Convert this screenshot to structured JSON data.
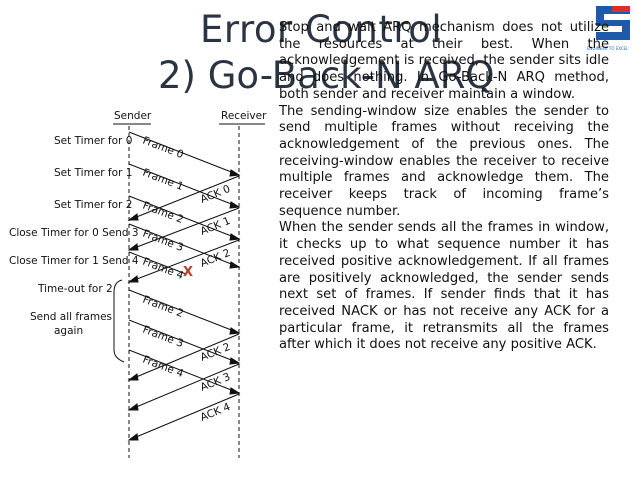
{
  "title": {
    "line1": "Error Control",
    "line2": "2) Go-Back-N ARQ"
  },
  "logo": {
    "tagline": "ENGINEER TO EXCEL"
  },
  "body": {
    "p1": "Stop and wait ARQ mechanism does not utilize the resources at their best. When the acknowledgement is received, the sender sits idle and does nothing. In Go-Back-N ARQ method, both sender and receiver maintain a window.",
    "p2": "The sending-window size enables the sender to send multiple frames without receiving the acknowledgement of the previous ones. The receiving-window enables the receiver to receive multiple frames and acknowledge them. The receiver keeps track of incoming frame’s sequence number.",
    "p3": "When the sender sends all the frames in window, it checks up to what sequence number it has received positive acknowledgement. If all frames are positively acknowledged, the sender sends next set of frames. If sender finds that it has received NACK or has not receive any ACK for a particular frame, it retransmits all the frames after which it does not receive any positive ACK."
  },
  "diagram": {
    "sender": "Sender",
    "receiver": "Receiver",
    "events": [
      "Set Timer for 0",
      "Set Timer for 1",
      "Set Timer for 2",
      "Close Timer for 0 Send 3",
      "Close Timer for 1 Send 4",
      "Time-out for 2",
      "Send all frames",
      "again"
    ],
    "frames": [
      "Frame 0",
      "Frame 1",
      "Frame 2",
      "Frame 3",
      "Frame 4",
      "Frame 2",
      "Frame 3",
      "Frame 4"
    ],
    "acks": [
      "ACK 0",
      "ACK 1",
      "ACK 2",
      "ACK 2",
      "ACK 3",
      "ACK 4"
    ],
    "lost_mark": "X"
  },
  "colors": {
    "title": "#2a3442",
    "lost": "#c0392b",
    "logo_blue": "#1e5aa8",
    "logo_red": "#d9302b"
  }
}
